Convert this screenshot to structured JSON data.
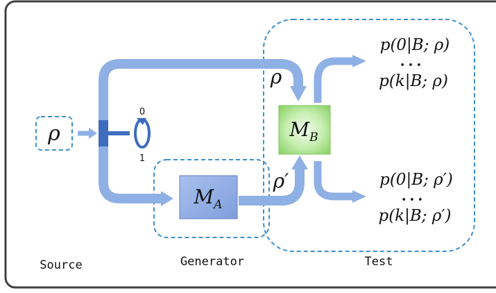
{
  "source": {
    "symbol": "ρ",
    "caption": "Source"
  },
  "switch": {
    "top_label": "0",
    "bottom_label": "1"
  },
  "generator": {
    "box": "M",
    "box_sub": "A",
    "caption": "Generator"
  },
  "test": {
    "box": "M",
    "box_sub": "B",
    "caption": "Test"
  },
  "inputs": {
    "upper": "ρ",
    "lower": "ρ′"
  },
  "outcomes": {
    "upper_first": "p(0|B; ρ)",
    "upper_dots": "• • •",
    "upper_last": "p(k|B; ρ)",
    "lower_first": "p(0|B; ρ′)",
    "lower_dots": "• • •",
    "lower_last": "p(k|B; ρ′)"
  },
  "colors": {
    "flow": "#8fb0e4",
    "dash": "#3f8fcc",
    "switch": "#3e6dbf",
    "mb_box": "#b8e7a0",
    "ma_box": "#8aa8e0",
    "frame": "#404040"
  }
}
